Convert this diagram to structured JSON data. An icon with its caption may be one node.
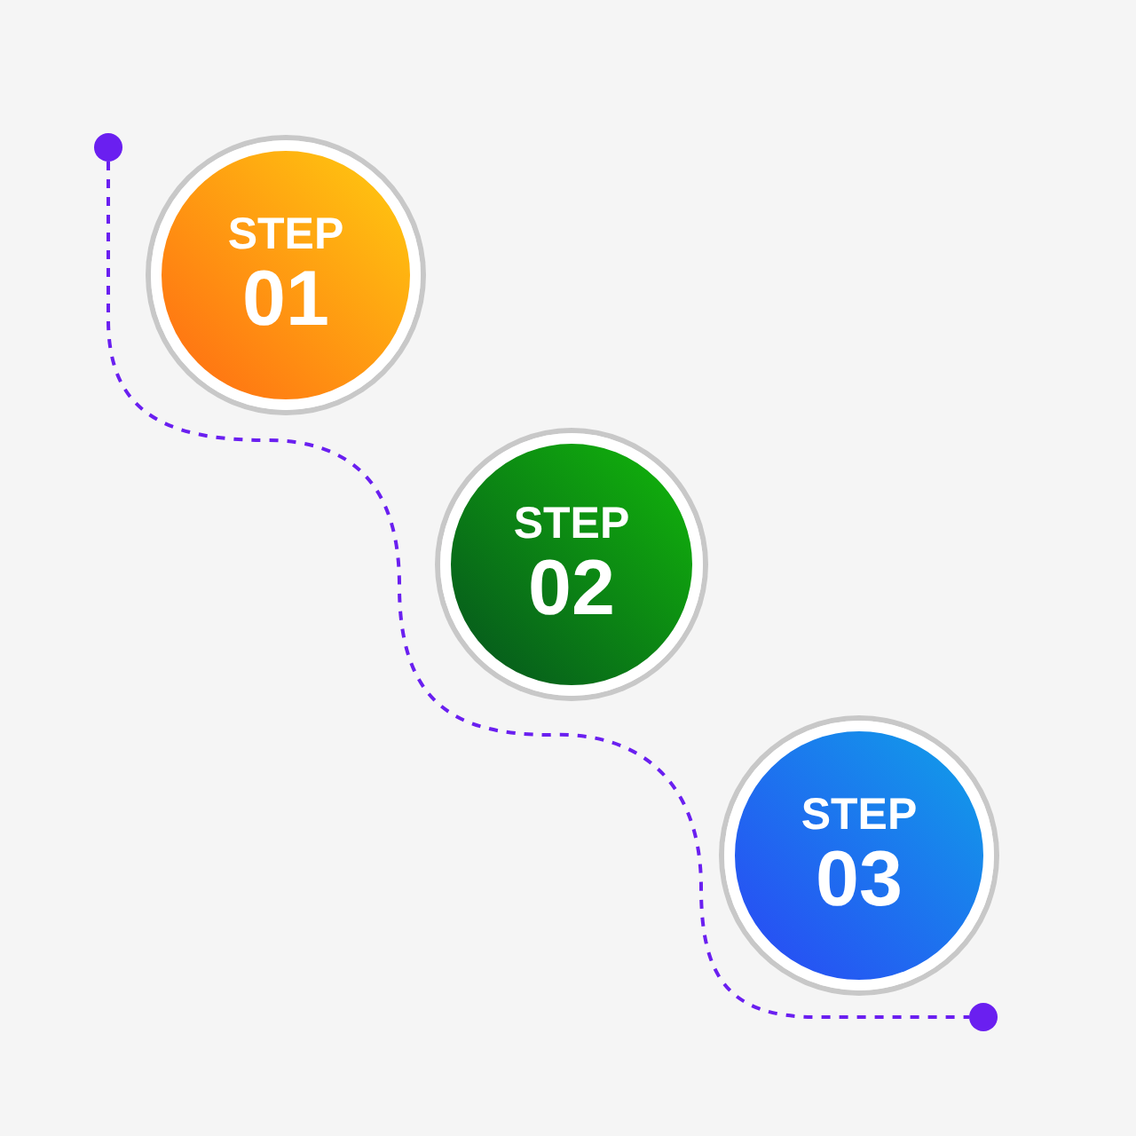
{
  "diagram": {
    "nodes": [
      {
        "text": [],
        "shape": "circle"
      },
      {
        "text": [
          "STEP",
          "01"
        ]
      },
      {
        "text": [
          "STEP",
          "02"
        ]
      },
      {
        "text": [
          "STEP",
          "03"
        ]
      },
      {
        "text": [],
        "shape": "circle"
      }
    ],
    "edges": [
      {
        "from": 0,
        "to": 4,
        "arrow": "none",
        "style": "dashed"
      }
    ]
  }
}
